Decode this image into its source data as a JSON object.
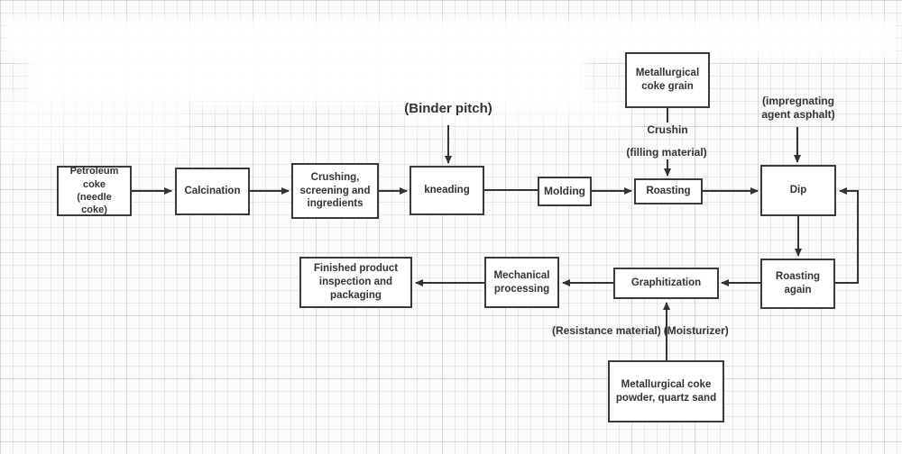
{
  "diagram_type": "process-flowchart",
  "nodes": {
    "petroleum": {
      "label": "Petroleum coke (needle coke)"
    },
    "calcination": {
      "label": "Calcination"
    },
    "crushing": {
      "label": "Crushing, screening and ingredients"
    },
    "kneading": {
      "label": "kneading"
    },
    "molding": {
      "label": "Molding"
    },
    "roasting": {
      "label": "Roasting"
    },
    "dip": {
      "label": "Dip"
    },
    "grain": {
      "label": "Metallurgical coke grain"
    },
    "roasting_again": {
      "label": "Roasting again"
    },
    "graphitization": {
      "label": "Graphitization"
    },
    "mechanical": {
      "label": "Mechanical processing"
    },
    "finished": {
      "label": "Finished product inspection and packaging"
    },
    "powder": {
      "label": "Metallurgical coke powder, quartz sand"
    }
  },
  "annotations": {
    "binder_pitch": "(Binder pitch)",
    "crushin": "Crushin",
    "filling_material": "(filling material)",
    "impregnating_agent": "(impregnating agent asphalt)",
    "resistance_material": "(Resistance material)",
    "moisturizer": "(Moisturizer)"
  },
  "edges": [
    {
      "from": "petroleum",
      "to": "calcination",
      "arrow": true
    },
    {
      "from": "calcination",
      "to": "crushing",
      "arrow": true
    },
    {
      "from": "crushing",
      "to": "kneading",
      "arrow": true
    },
    {
      "from": "kneading",
      "to": "molding",
      "arrow": false
    },
    {
      "from": "molding",
      "to": "roasting",
      "arrow": true
    },
    {
      "from": "roasting",
      "to": "dip",
      "arrow": true
    },
    {
      "from": "binder_pitch",
      "to": "kneading",
      "arrow": true
    },
    {
      "from": "grain",
      "to": "crushin",
      "arrow": false
    },
    {
      "from": "filling_material",
      "to": "roasting",
      "arrow": true
    },
    {
      "from": "impregnating_agent",
      "to": "dip",
      "arrow": true
    },
    {
      "from": "dip",
      "to": "roasting_again",
      "arrow": true
    },
    {
      "from": "roasting_again",
      "to": "dip",
      "arrow": true,
      "note": "loop via right side"
    },
    {
      "from": "roasting_again",
      "to": "graphitization",
      "arrow": true
    },
    {
      "from": "graphitization",
      "to": "mechanical",
      "arrow": true
    },
    {
      "from": "mechanical",
      "to": "finished",
      "arrow": true
    },
    {
      "from": "powder",
      "to": "graphitization",
      "arrow": true
    }
  ],
  "colors": {
    "line": "#333333",
    "box_border": "#3a3a3a",
    "box_fill": "#ffffff",
    "text": "#333333"
  }
}
